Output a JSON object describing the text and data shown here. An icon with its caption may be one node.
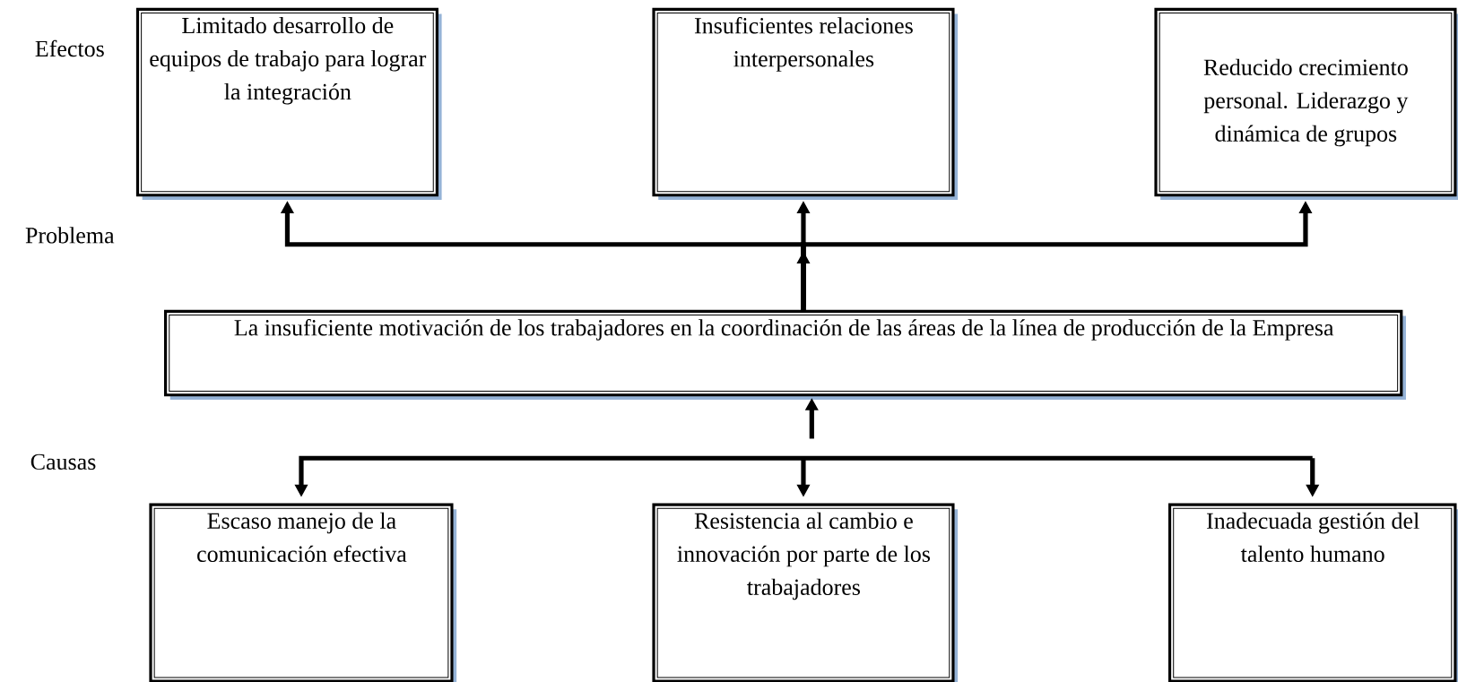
{
  "diagram": {
    "nodes": [
      {
        "text": [
          "Limitado desarrollo de equipos de trabajo para lograr la integración"
        ]
      },
      {
        "text": [
          "Insuficientes relaciones interpersonales"
        ]
      },
      {
        "text": [
          "Reducido crecimiento personal. Liderazgo y dinámica de grupos"
        ]
      },
      {
        "text": [
          "La insuficiente motivación de los trabajadores en la coordinación de las áreas de la línea de producción de la Empresa"
        ]
      },
      {
        "text": [
          "Escaso manejo de la comunicación efectiva"
        ]
      },
      {
        "text": [
          "Resistencia al cambio e innovación  por parte de los trabajadores"
        ]
      },
      {
        "text": [
          "Inadecuada gestión del talento humano"
        ]
      }
    ],
    "edges": [
      {
        "from": 3,
        "to": 0,
        "arrow": "to"
      },
      {
        "from": 3,
        "to": 1,
        "arrow": "to"
      },
      {
        "from": 3,
        "to": 2,
        "arrow": "to"
      },
      {
        "from": null,
        "to": 3,
        "arrow": "to"
      },
      {
        "from": null,
        "to": 4,
        "arrow": "to"
      },
      {
        "from": null,
        "to": 5,
        "arrow": "to"
      },
      {
        "from": null,
        "to": 6,
        "arrow": "to"
      }
    ],
    "labels": [
      "Efectos",
      "Problema",
      "Causas"
    ]
  }
}
